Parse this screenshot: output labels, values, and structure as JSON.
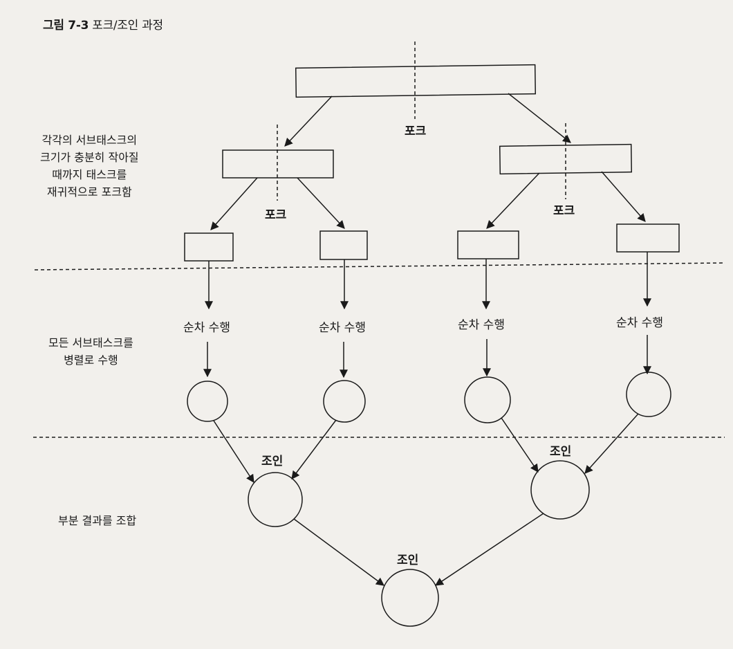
{
  "figure": {
    "number": "그림 7-3",
    "caption": "포크/조인 과정"
  },
  "side_notes": {
    "recursive_fork": [
      "각각의 서브태스크의",
      "크기가 충분히 작아질",
      "때까지 태스크를",
      "재귀적으로 포크함"
    ],
    "parallel_run": [
      "모든 서브태스크를",
      "병렬로 수행"
    ],
    "combine": [
      "부분 결과를 조합"
    ]
  },
  "labels": {
    "fork": "포크",
    "sequential": "순차 수행",
    "join": "조인"
  }
}
